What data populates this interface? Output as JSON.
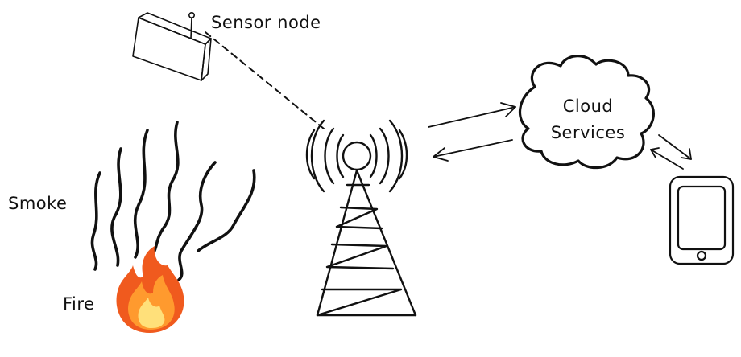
{
  "labels": {
    "sensor_node": "Sensor node",
    "smoke": "Smoke",
    "fire": "Fire",
    "cloud_line1": "Cloud",
    "cloud_line2": "Services"
  },
  "colors": {
    "ink": "#111111",
    "flame_outer": "#f05a1e",
    "flame_mid": "#ff9a2e",
    "flame_inner": "#ffe07a"
  },
  "icons": [
    "sensor-node-icon",
    "smoke-icon",
    "fire-icon",
    "cell-tower-icon",
    "cloud-icon",
    "smartphone-icon"
  ]
}
